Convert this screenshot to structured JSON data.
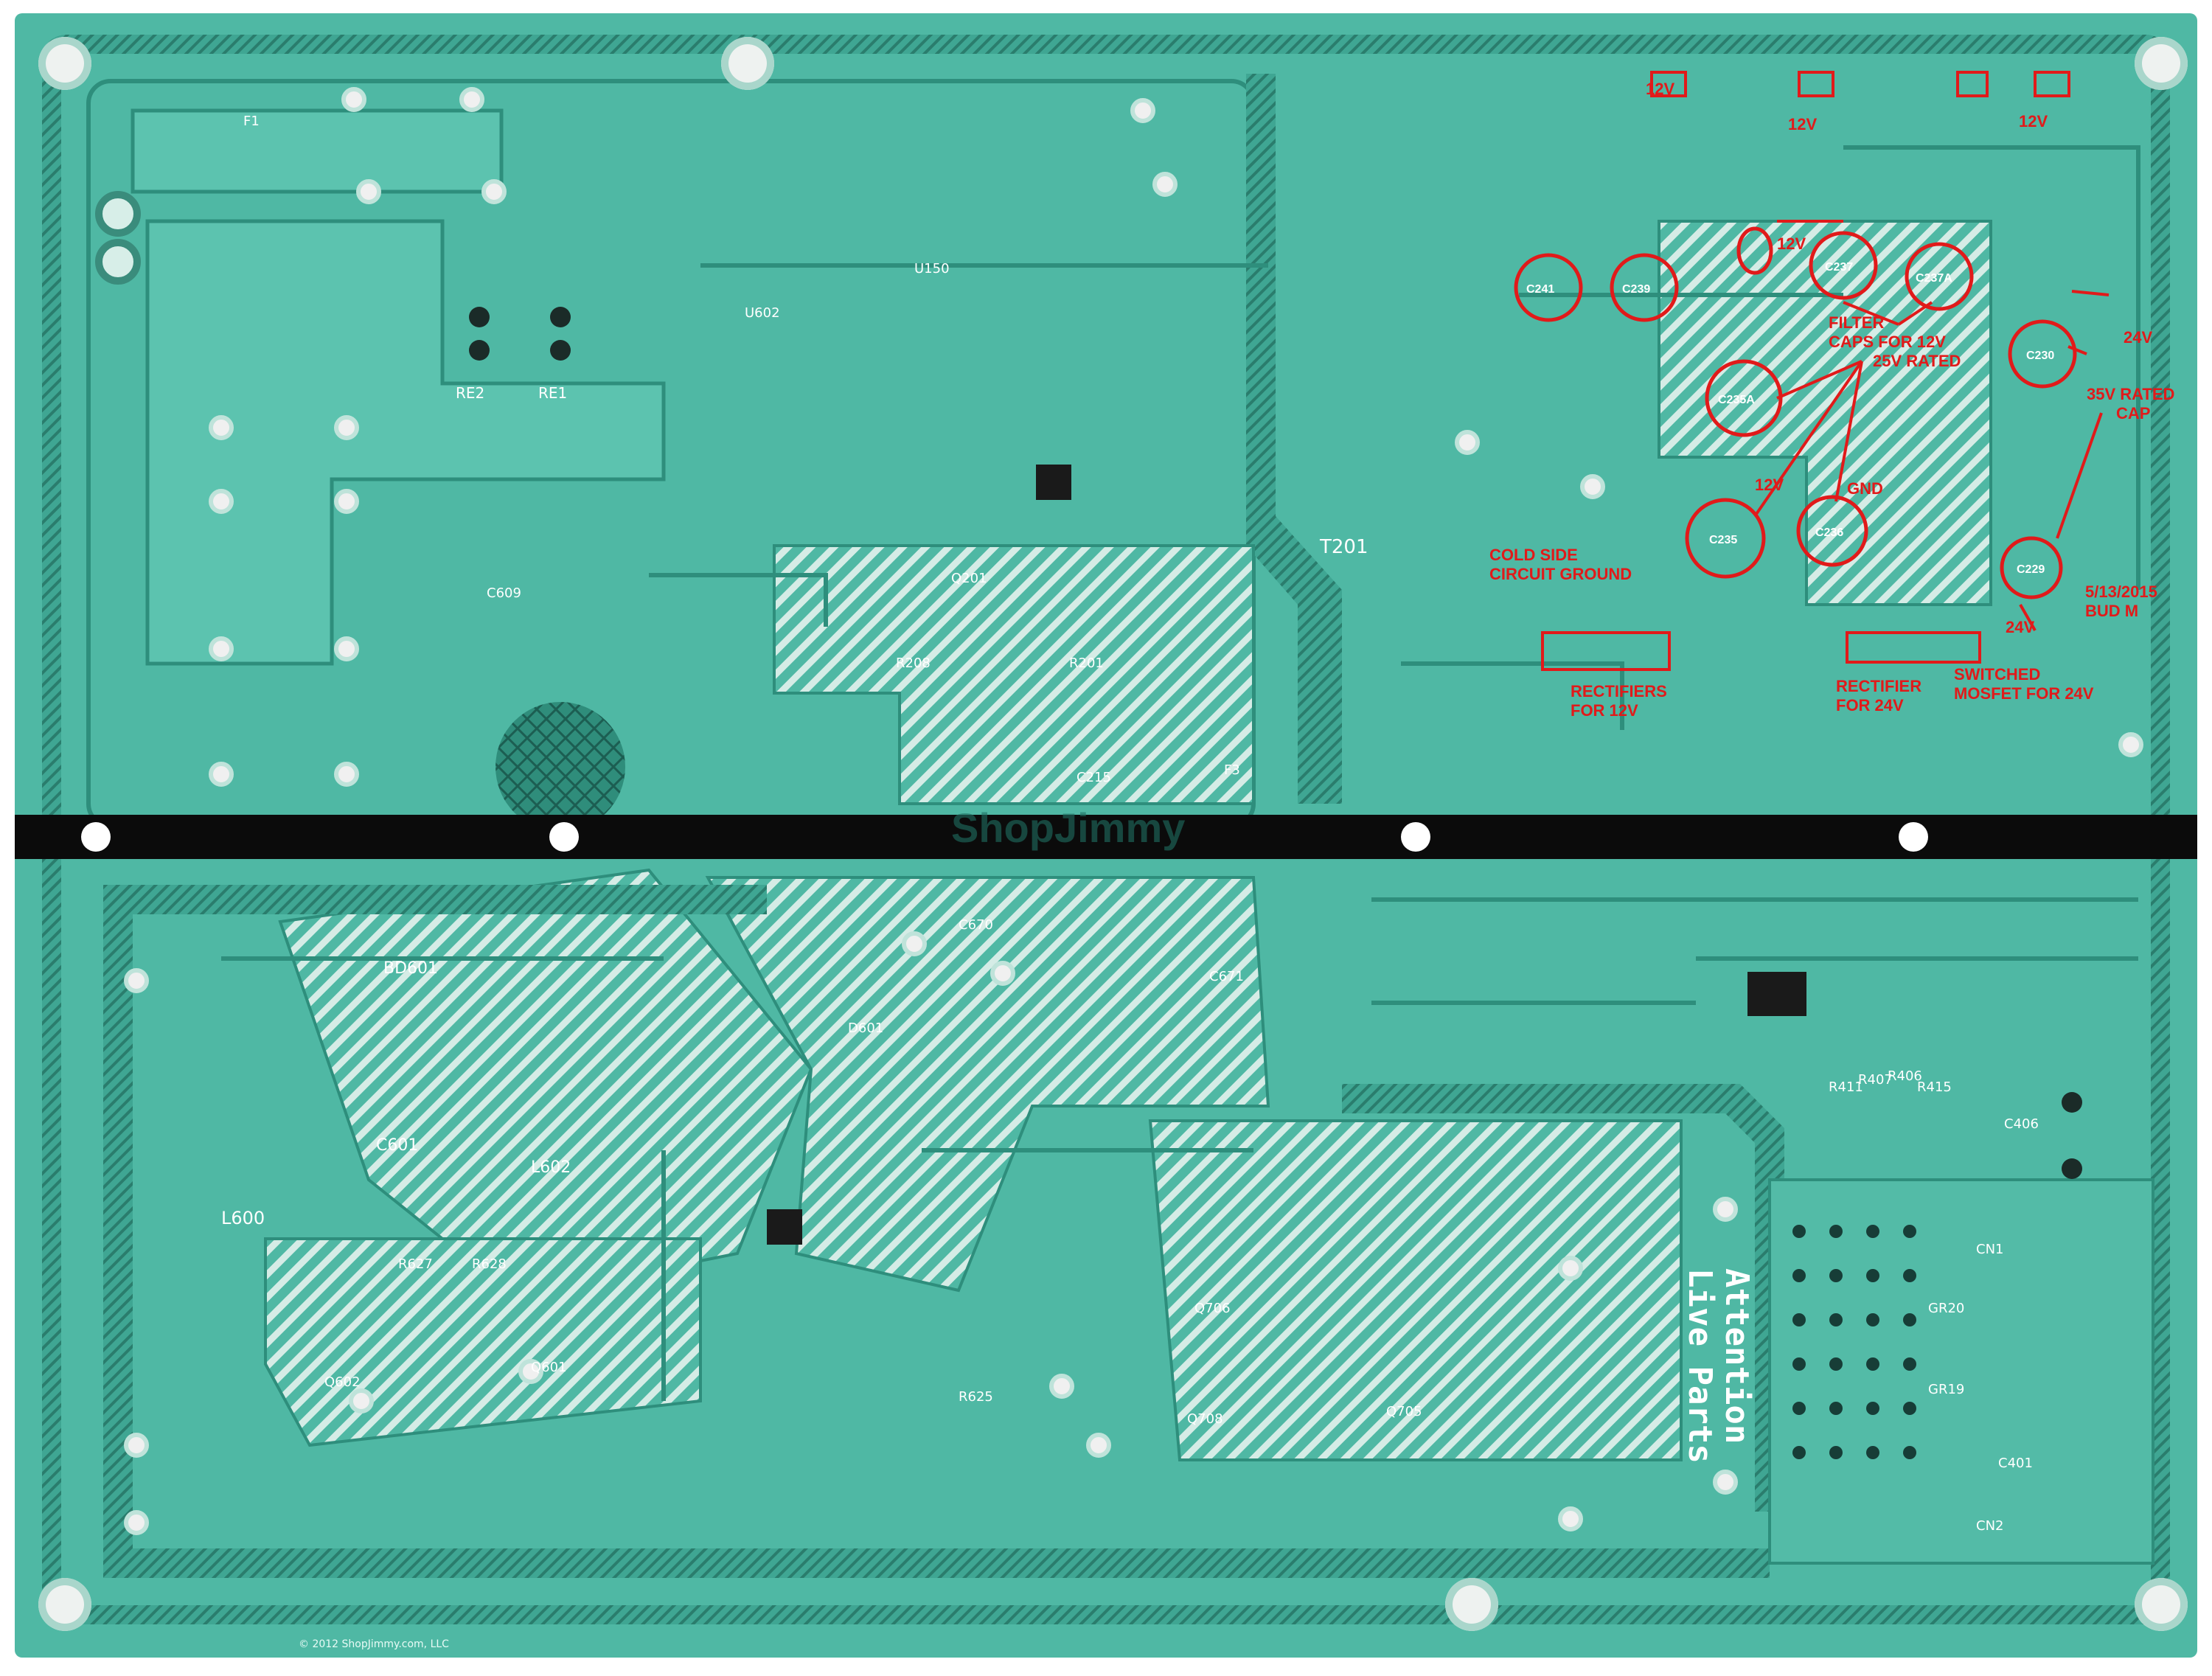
{
  "photo": {
    "subject": "power-supply-board-solder-side",
    "board_color": "#4fb8a4",
    "copper_color": "#2e8e7c",
    "annotation_color": "#e11a1a"
  },
  "annotations": {
    "v12_top_a": "12V",
    "v12_top_b": "12V",
    "v12_top_c": "12V",
    "v12_mid": "12V",
    "v12_lower": "12V",
    "v24_right": "24V",
    "v24_lower": "24V",
    "filter_caps": [
      "FILTER",
      "CAPS FOR 12V",
      "25V RATED"
    ],
    "cap_35v": [
      "35V RATED",
      "CAP"
    ],
    "gnd": "GND",
    "cold_side": [
      "COLD SIDE",
      "CIRCUIT GROUND"
    ],
    "rectifiers_12v": [
      "RECTIFIERS",
      "FOR 12V"
    ],
    "rectifier_24v": [
      "RECTIFIER",
      "FOR 24V"
    ],
    "switched_mosfet": [
      "SWITCHED",
      "MOSFET FOR 24V"
    ],
    "date_sign": [
      "5/13/2015",
      "BUD M"
    ],
    "circled_parts": [
      "C241",
      "C239",
      "C237",
      "C237A",
      "C235A",
      "C235",
      "C236",
      "C230",
      "C229"
    ]
  },
  "silkscreen": {
    "attention": [
      "Attention",
      "Live Parts"
    ],
    "watermark": "ShopJimmy",
    "copyright": "© 2012 ShopJimmy.com, LLC",
    "labels": [
      "T201",
      "L600",
      "L602",
      "C601",
      "BD601",
      "RE1",
      "RE2",
      "C609",
      "U150",
      "U602",
      "Q201",
      "R201",
      "R208",
      "C215",
      "D601",
      "C670",
      "C671",
      "Q602",
      "Q601",
      "R625",
      "R627",
      "R628",
      "Q706",
      "Q705",
      "Q708",
      "C406",
      "R415",
      "R411",
      "R407",
      "R406",
      "C401",
      "CN1",
      "CN2",
      "GR19",
      "GR20",
      "F3",
      "F1"
    ]
  }
}
